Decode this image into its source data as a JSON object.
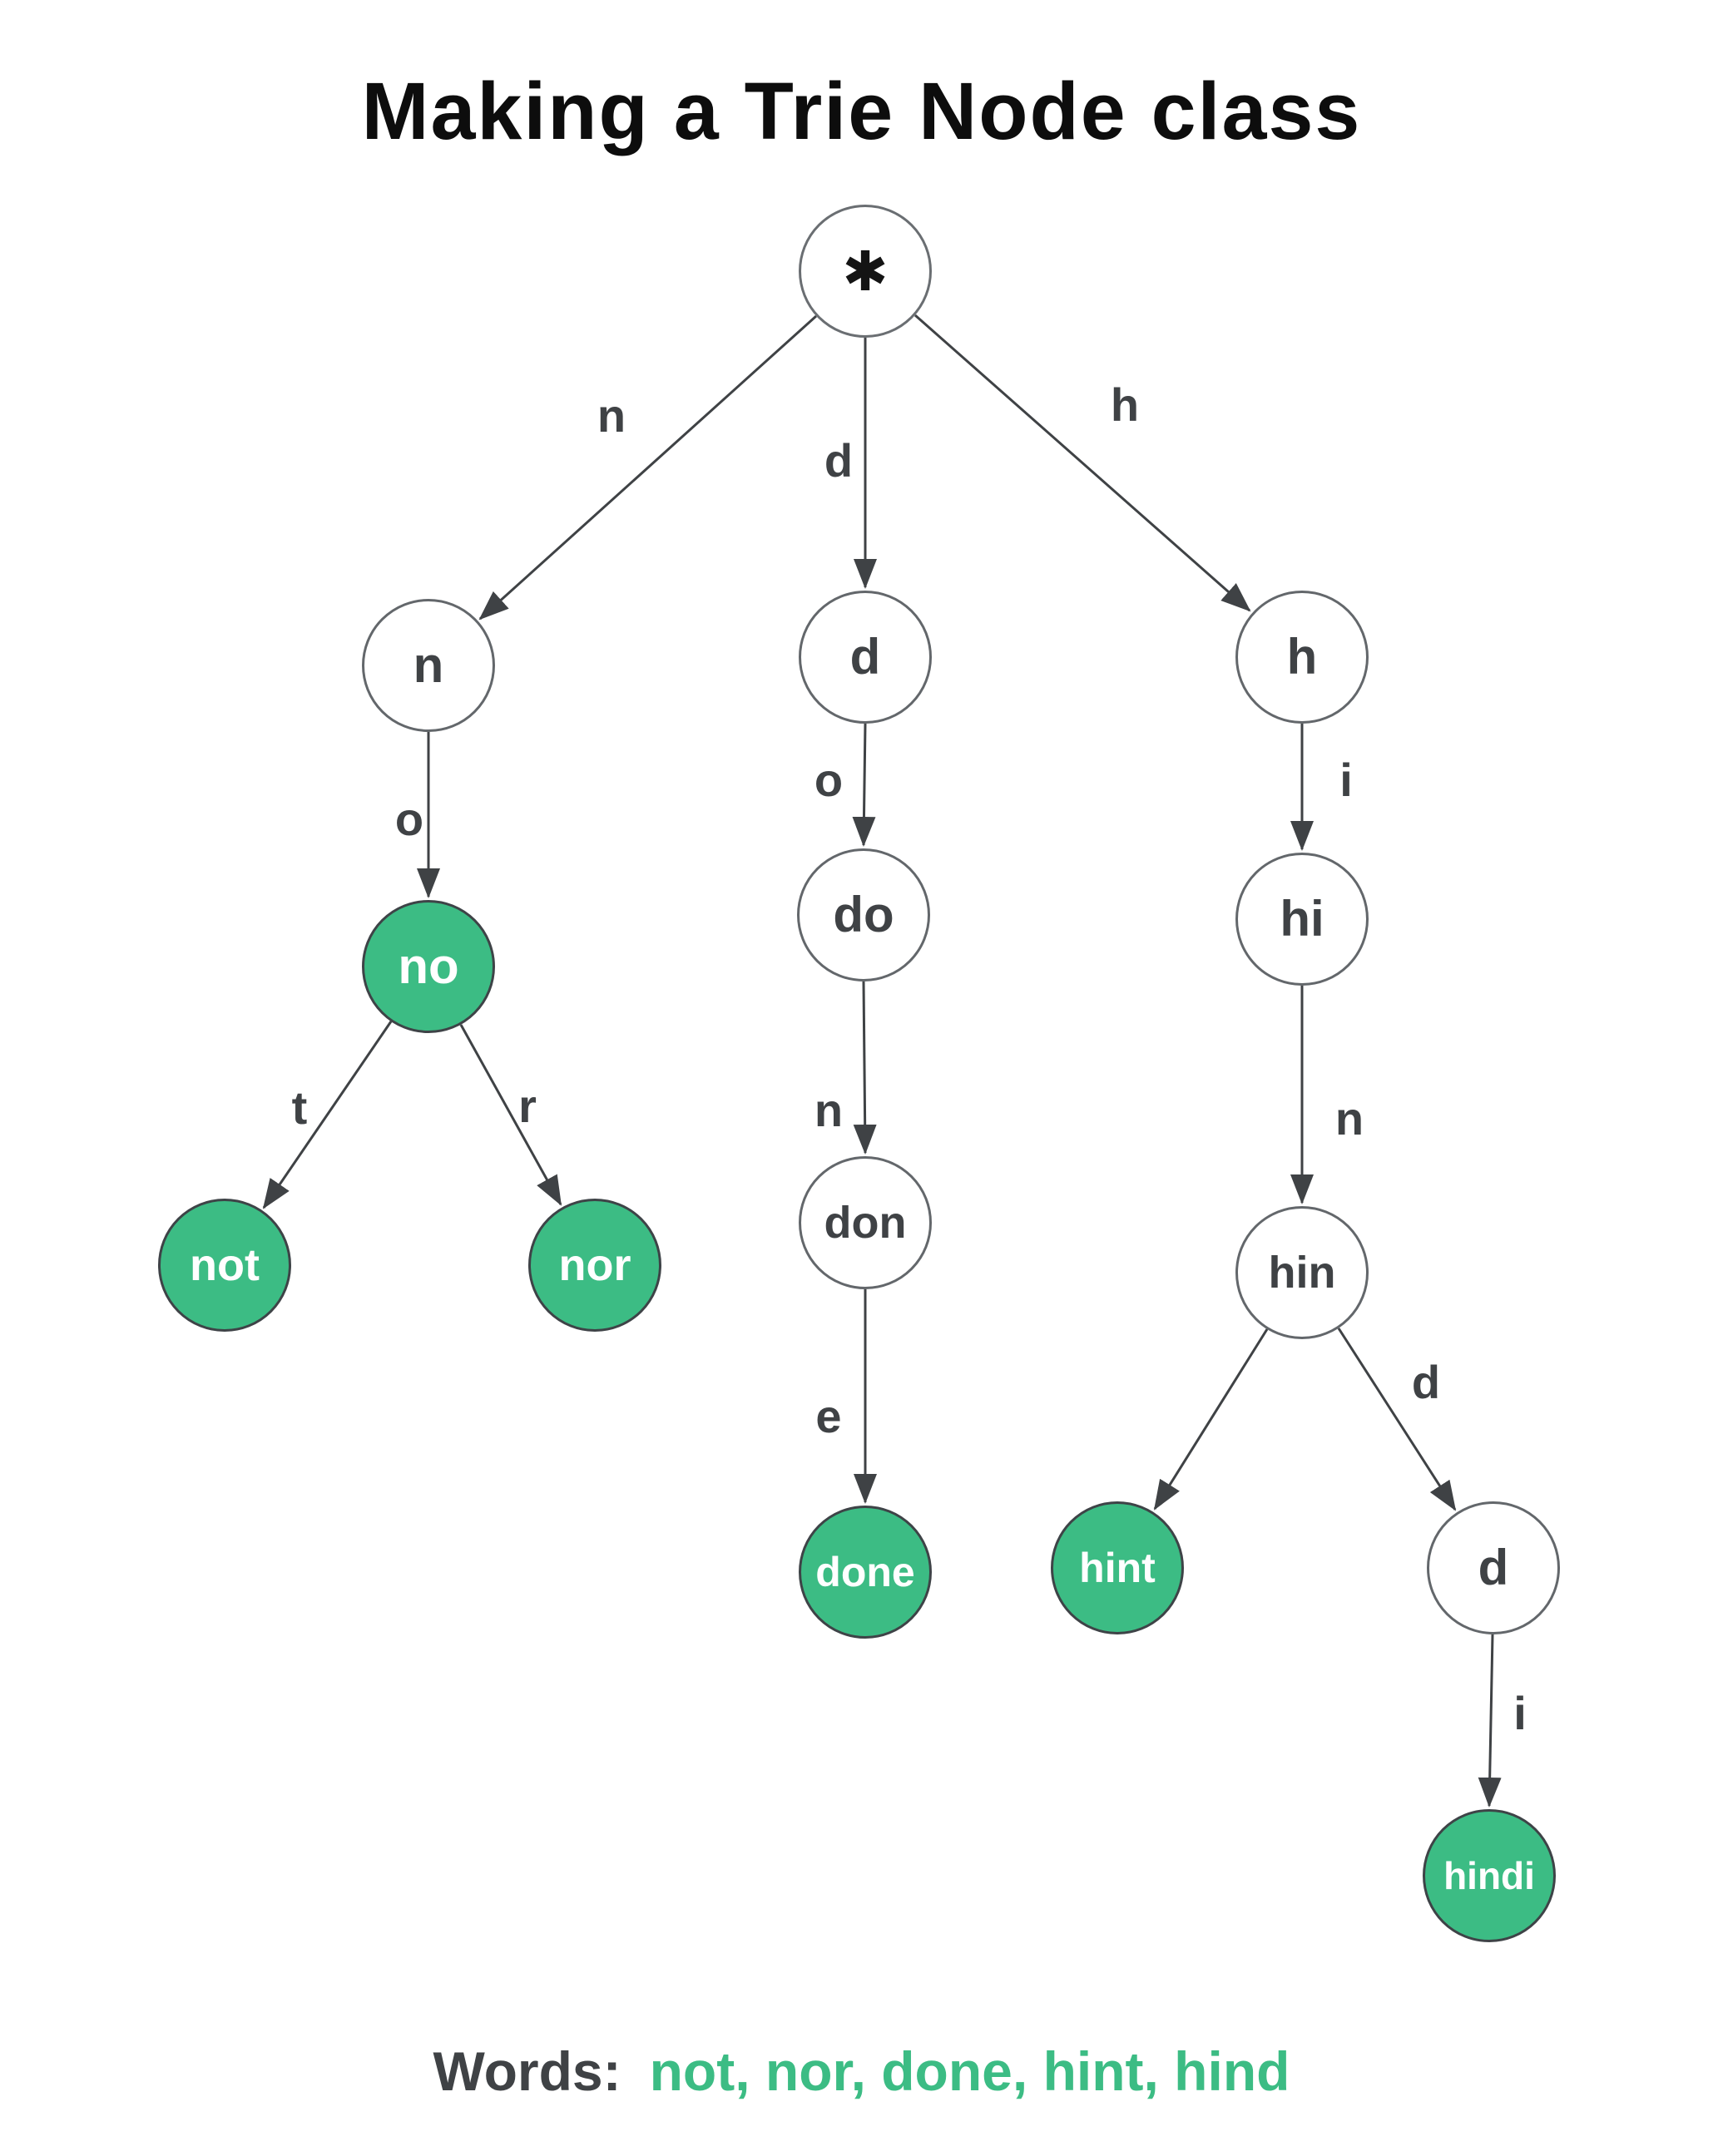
{
  "title": "Making a Trie Node class",
  "colors": {
    "word_node_fill": "#3cbc84",
    "node_border": "#63676b",
    "edge": "#3f4245",
    "dark_text": "#3f4245",
    "title_text": "#0d0d0d",
    "word_node_text": "#ffffff"
  },
  "trie": {
    "nodes": [
      {
        "id": "root",
        "label": "✱",
        "is_word": false
      },
      {
        "id": "n",
        "label": "n",
        "is_word": false
      },
      {
        "id": "d",
        "label": "d",
        "is_word": false
      },
      {
        "id": "h",
        "label": "h",
        "is_word": false
      },
      {
        "id": "no",
        "label": "no",
        "is_word": true
      },
      {
        "id": "do",
        "label": "do",
        "is_word": false
      },
      {
        "id": "hi",
        "label": "hi",
        "is_word": false
      },
      {
        "id": "not",
        "label": "not",
        "is_word": true
      },
      {
        "id": "nor",
        "label": "nor",
        "is_word": true
      },
      {
        "id": "don",
        "label": "don",
        "is_word": false
      },
      {
        "id": "hin",
        "label": "hin",
        "is_word": false
      },
      {
        "id": "done",
        "label": "done",
        "is_word": true
      },
      {
        "id": "hint",
        "label": "hint",
        "is_word": true
      },
      {
        "id": "d2",
        "label": "d",
        "is_word": false
      },
      {
        "id": "hindi",
        "label": "hindi",
        "is_word": true
      }
    ],
    "edges": [
      {
        "from": "root",
        "to": "n",
        "label": "n"
      },
      {
        "from": "root",
        "to": "d",
        "label": "d"
      },
      {
        "from": "root",
        "to": "h",
        "label": "h"
      },
      {
        "from": "n",
        "to": "no",
        "label": "o"
      },
      {
        "from": "no",
        "to": "not",
        "label": "t"
      },
      {
        "from": "no",
        "to": "nor",
        "label": "r"
      },
      {
        "from": "d",
        "to": "do",
        "label": "o"
      },
      {
        "from": "do",
        "to": "don",
        "label": "n"
      },
      {
        "from": "don",
        "to": "done",
        "label": "e"
      },
      {
        "from": "h",
        "to": "hi",
        "label": "i"
      },
      {
        "from": "hi",
        "to": "hin",
        "label": "n"
      },
      {
        "from": "hin",
        "to": "hint",
        "label": ""
      },
      {
        "from": "hin",
        "to": "d2",
        "label": "d"
      },
      {
        "from": "d2",
        "to": "hindi",
        "label": "i"
      }
    ]
  },
  "footer": {
    "words_label": "Words:",
    "words_list": "not, nor, done, hint, hind"
  }
}
